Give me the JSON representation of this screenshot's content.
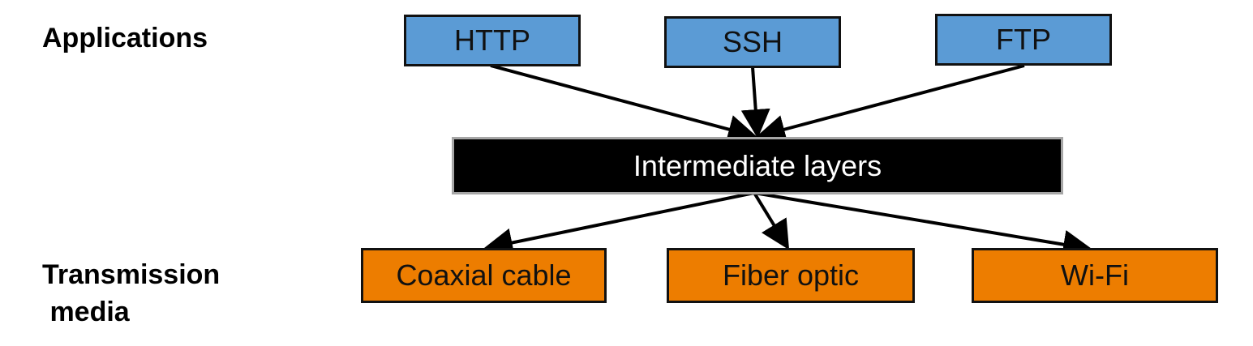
{
  "labels": {
    "applications": "Applications",
    "transmission_line1": "Transmission",
    "transmission_line2": " media"
  },
  "applications": [
    {
      "label": "HTTP"
    },
    {
      "label": "SSH"
    },
    {
      "label": "FTP"
    }
  ],
  "intermediate": {
    "label": "Intermediate layers"
  },
  "media": [
    {
      "label": "Coaxial cable"
    },
    {
      "label": "Fiber optic"
    },
    {
      "label": "Wi-Fi"
    }
  ],
  "colors": {
    "application_fill": "#5b9bd5",
    "media_fill": "#ed7d00",
    "intermediate_fill": "#000000",
    "arrow": "#000000"
  }
}
